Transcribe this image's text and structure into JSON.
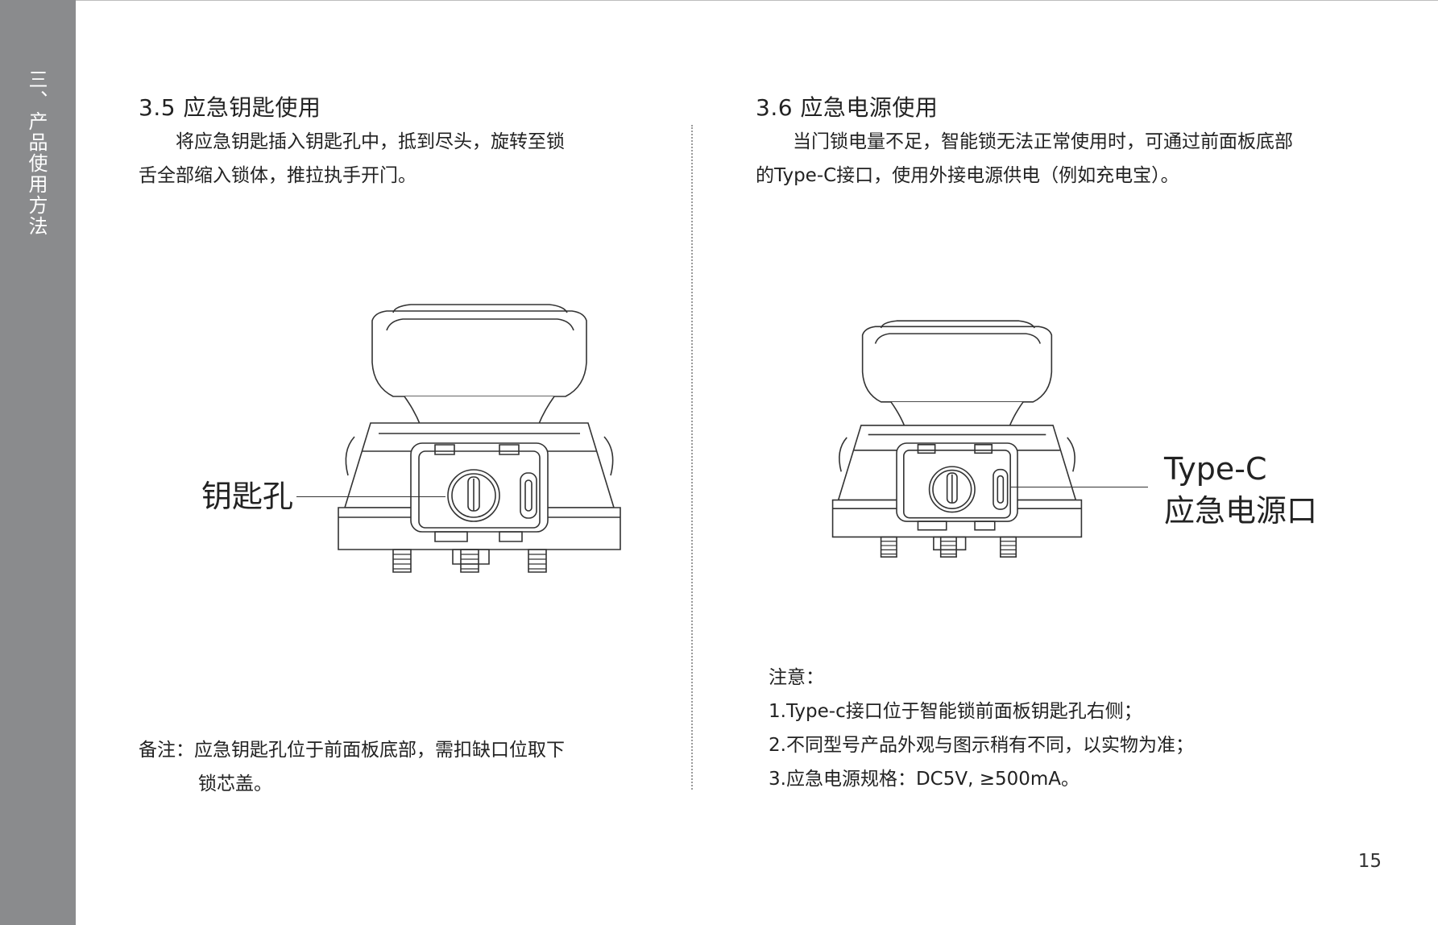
{
  "sidebar": {
    "chapter_title": "三、产品使用方法"
  },
  "left": {
    "heading": "3.5 应急钥匙使用",
    "para_line1": "将应急钥匙插入钥匙孔中，抵到尽头，旋转至锁",
    "para_line2": "舌全部缩入锁体，推拉执手开门。",
    "callout": "钥匙孔",
    "note_line1": "备注：应急钥匙孔位于前面板底部，需扣缺口位取下",
    "note_line2": "锁芯盖。"
  },
  "right": {
    "heading": "3.6 应急电源使用",
    "para_line1": "当门锁电量不足，智能锁无法正常使用时，可通过前面板底部",
    "para_line2": "的Type-C接口，使用外接电源供电（例如充电宝）。",
    "callout_line1": "Type-C",
    "callout_line2": "应急电源口",
    "notes_title": "注意：",
    "notes": [
      "1.Type-c接口位于智能锁前面板钥匙孔右侧；",
      "2.不同型号产品外观与图示稍有不同，以实物为准；",
      "3.应急电源规格：DC5V, ≥500mA。"
    ]
  },
  "page_number": "15"
}
